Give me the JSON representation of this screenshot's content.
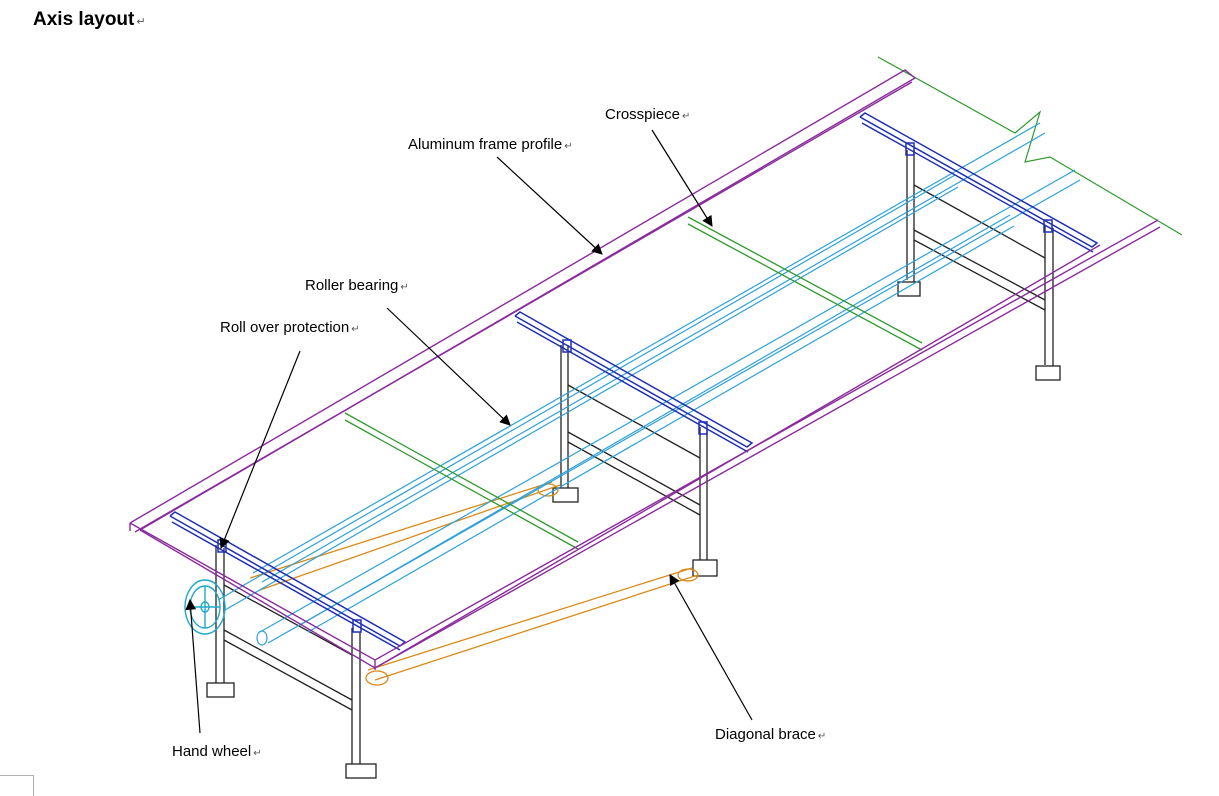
{
  "title": "Axis layout",
  "paragraph_mark": "↵",
  "labels": {
    "crosspiece": "Crosspiece",
    "aluminum_frame_profile": "Aluminum frame profile",
    "roller_bearing": "Roller bearing",
    "roll_over_protection": "Roll over protection",
    "hand_wheel": "Hand wheel",
    "diagonal_brace": "Diagonal brace"
  },
  "colors": {
    "frame": "#8a2b9c",
    "crosspiece": "#2e9a2e",
    "roller": "#2ea0d8",
    "support": "#1f2fb5",
    "brace": "#d88a1a",
    "hand_wheel": "#1fa9c9",
    "legs": "#222222",
    "cut_line": "#2e9a2e"
  }
}
